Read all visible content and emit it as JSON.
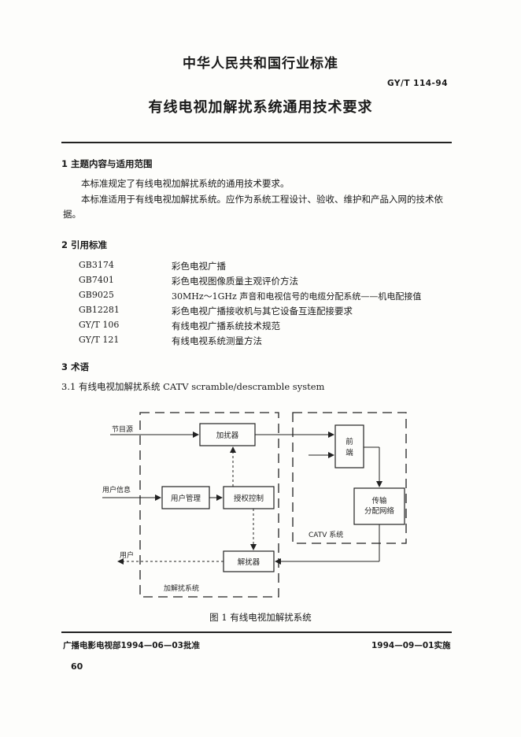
{
  "header": {
    "org": "中华人民共和国行业标准",
    "standard_number": "GY/T 114-94",
    "title": "有线电视加解扰系统通用技术要求"
  },
  "section1": {
    "heading": "1  主题内容与适用范围",
    "para1": "本标准规定了有线电视加解扰系统的通用技术要求。",
    "para2": "本标准适用于有线电视加解扰系统。应作为系统工程设计、验收、维护和产品入网的技术依据。"
  },
  "section2": {
    "heading": "2  引用标准",
    "refs": [
      {
        "code": "GB3174",
        "title": "彩色电视广播"
      },
      {
        "code": "GB7401",
        "title": "彩色电视图像质量主观评价方法"
      },
      {
        "code": "GB9025",
        "title": "30MHz～1GHz 声音和电视信号的电缆分配系统——机电配接值"
      },
      {
        "code": "GB12281",
        "title": "彩色电视广播接收机与其它设备互连配接要求"
      },
      {
        "code": "GY/T 106",
        "title": "有线电视广播系统技术规范"
      },
      {
        "code": "GY/T 121",
        "title": "有线电视系统测量方法"
      }
    ]
  },
  "section3": {
    "heading": "3  术语",
    "term": "3.1  有线电视加解扰系统  CATV scramble/descramble system"
  },
  "figure": {
    "labels": {
      "program_source": "节目源",
      "scrambler": "加扰器",
      "frontend": "前端",
      "user_info": "用户信息",
      "user_mgmt": "用户管理",
      "auth_ctrl": "授权控制",
      "transmission": "传输分配网络",
      "catv_system": "CATV 系统",
      "user": "用户",
      "descrambler": "解扰器",
      "scramble_system": "加解扰系统"
    },
    "caption": "图 1  有线电视加解扰系统"
  },
  "footer": {
    "approval": "广播电影电视部1994—06—03批准",
    "effective": "1994—09—01实施",
    "page_number": "60"
  }
}
